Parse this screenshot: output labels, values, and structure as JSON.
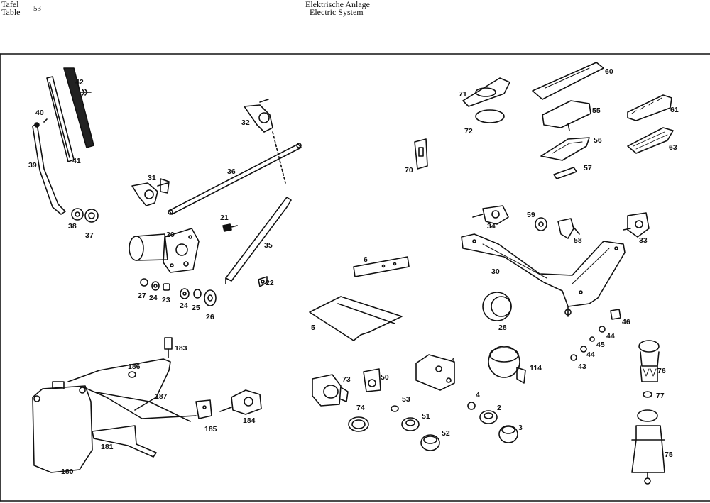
{
  "header": {
    "tafel": "Tafel",
    "table": "Table",
    "plate_number": "53",
    "title_de": "Elektrische Anlage",
    "title_en": "Electric System"
  },
  "labels": {
    "p1": "1",
    "p2": "2",
    "p3": "3",
    "p4": "4",
    "p5": "5",
    "p6": "6",
    "p20": "20",
    "p21": "21",
    "p22": "22",
    "p23": "23",
    "p24a": "24",
    "p24b": "24",
    "p25": "25",
    "p26": "26",
    "p27": "27",
    "p28": "28",
    "p30": "30",
    "p31": "31",
    "p32": "32",
    "p33": "33",
    "p34": "34",
    "p35": "35",
    "p36": "36",
    "p37": "37",
    "p38": "38",
    "p39": "39",
    "p40": "40",
    "p41": "41",
    "p42": "42",
    "p43": "43",
    "p44a": "44",
    "p44b": "44",
    "p45": "45",
    "p46": "46",
    "p50": "50",
    "p51": "51",
    "p52": "52",
    "p53": "53",
    "p55": "55",
    "p56": "56",
    "p57": "57",
    "p58": "58",
    "p59": "59",
    "p60": "60",
    "p61": "61",
    "p63": "63",
    "p70": "70",
    "p71": "71",
    "p72": "72",
    "p73": "73",
    "p74": "74",
    "p75": "75",
    "p76": "76",
    "p77": "77",
    "p114": "114",
    "p180": "180",
    "p181": "181",
    "p183": "183",
    "p184": "184",
    "p185": "185",
    "p186": "186",
    "p187": "187"
  }
}
